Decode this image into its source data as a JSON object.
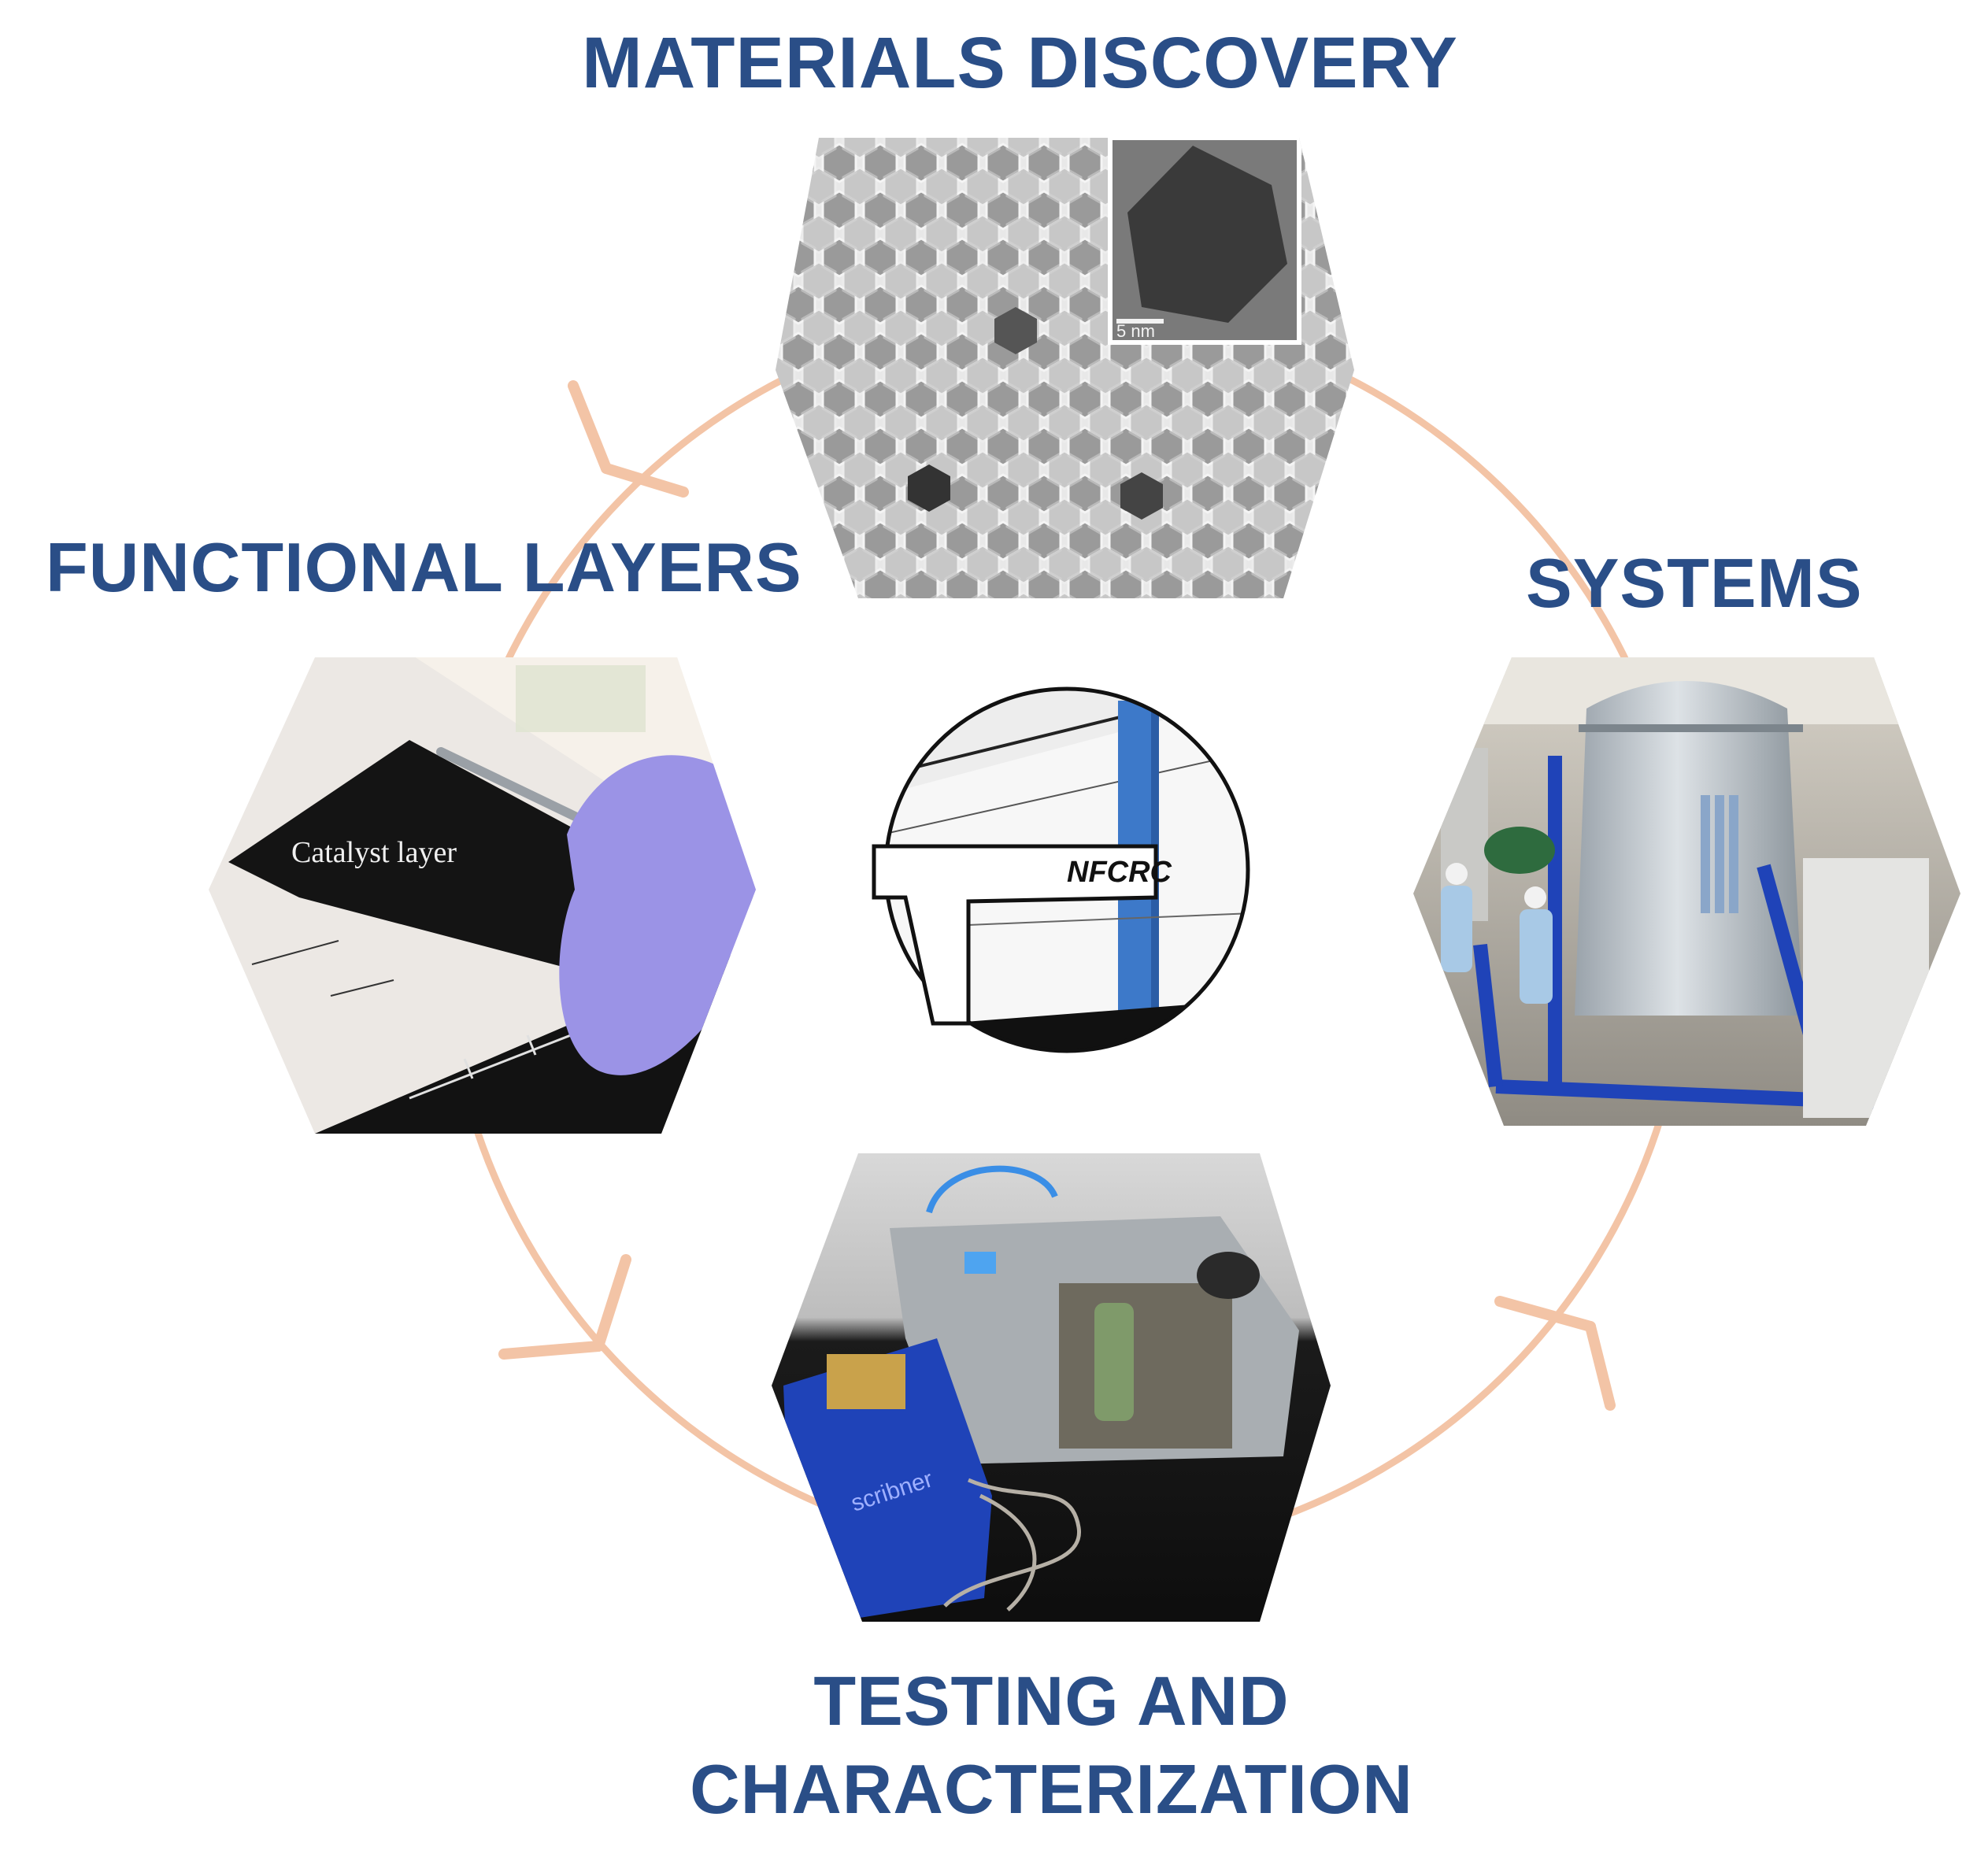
{
  "labels": {
    "materials": "MATERIALS DISCOVERY",
    "functional": "FUNCTIONAL LAYERS",
    "systems": "SYSTEMS",
    "testing_line1": "TESTING AND",
    "testing_line2": "CHARACTERIZATION"
  },
  "inset_texts": {
    "scale_bar": "5 nm",
    "catalyst": "Catalyst layer",
    "brand": "scribner",
    "logo": "NFCRC"
  },
  "colors": {
    "title": "#2a4e87",
    "cycle_arrow": "#f3c4a6",
    "blue_hardware": "#1f43b8",
    "glove": "#9b93e6"
  },
  "diagram": {
    "type": "cycle",
    "direction": "counterclockwise",
    "nodes": [
      "MATERIALS DISCOVERY",
      "FUNCTIONAL LAYERS",
      "TESTING AND CHARACTERIZATION",
      "SYSTEMS"
    ],
    "center": "NFCRC"
  }
}
